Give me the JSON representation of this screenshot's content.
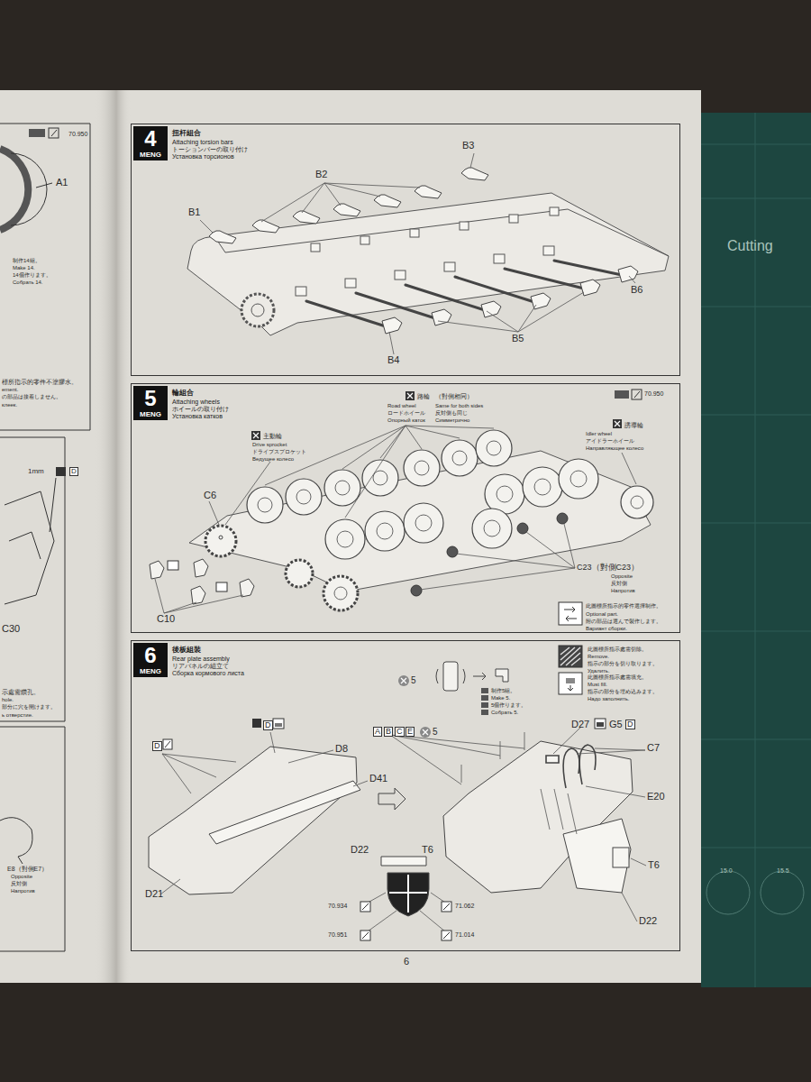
{
  "diagram": {
    "nodes": [
      {
        "text": [
          "扭杆組合",
          "Attaching torsion bars",
          "トーションバーの取り付け",
          "Установка торсионов"
        ]
      },
      {
        "text": [
          "4",
          "MENG"
        ],
        "in": 0
      },
      {
        "text": [
          "輪組合",
          "Attaching wheels",
          "ホイールの取り付け",
          "Установка катков"
        ]
      },
      {
        "text": [
          "5",
          "MENG"
        ],
        "in": 2
      },
      {
        "text": [
          "後板組裝",
          "Rear plate assembly",
          "リアパネルの組立て",
          "Сборка кормового листа"
        ]
      },
      {
        "text": [
          "6",
          "MENG"
        ],
        "in": 4
      }
    ],
    "labels": [
      "70.950",
      "A1",
      "制作14組。",
      "Make 14.",
      "14個作ります。",
      "Собрать 14.",
      "標所指示的零件不塗膠水。",
      "ement.",
      "の部品は接着しません。",
      "клеек.",
      "1mm",
      "D",
      "C30",
      "示處需鑽孔。",
      "hole.",
      "部分に穴を開けます。",
      "ь отверстие.",
      "E8（對側E7）",
      "Opposite",
      "反対側",
      "Напротив",
      "B3",
      "B2",
      "B1",
      "B6",
      "B5",
      "B4",
      "70.950",
      "路輪",
      "Road wheel",
      "ロードホイール",
      "Опорный каток",
      "（對側相同）",
      "Same for both sides",
      "反対側も同じ",
      "Симметрично",
      "誘導輪",
      "Idler wheel",
      "アイドラーホイール",
      "Направляющее колесо",
      "主動輪",
      "Drive sprocket",
      "ドライブスプロケット",
      "Ведущее колесо",
      "C6",
      "C10",
      "C23（對側C23）",
      "Opposite",
      "反対側",
      "Напротив",
      "此圖標所指示的零件選擇制作。",
      "Optional part.",
      "附の部品は選んで製作します。",
      "Вариант сборки.",
      "此圖標所指示處需切除。",
      "Remove.",
      "指示の部分を切り取ります。",
      "Удалить.",
      "此圖標所指示處需填充。",
      "Must fill.",
      "指示の部分を埋め込みます。",
      "Надо заполнить.",
      "5",
      "制作5組。",
      "Make 5.",
      "5個作ります。",
      "Собрать 5.",
      "D",
      "D",
      "D8",
      "D41",
      "A",
      "B",
      "C",
      "E",
      "5",
      "D27",
      "G5",
      "D",
      "C7",
      "E20",
      "D22",
      "T6",
      "T6",
      "D21",
      "D22",
      "70.934",
      "71.062",
      "70.951",
      "71.014",
      "6",
      "Cutting",
      "15.0",
      "15.5"
    ]
  }
}
